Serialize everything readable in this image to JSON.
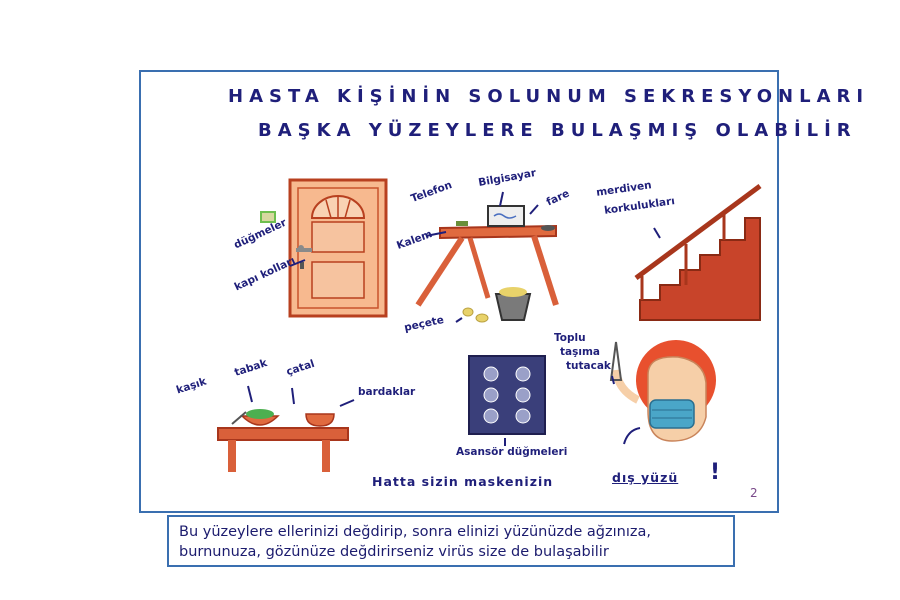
{
  "title": {
    "line1": "HASTA KİŞİNİN SOLUNUM SEKRESYONLARI",
    "line2": "BAŞKA YÜZEYLERE BULAŞMIŞ OLABİLİR"
  },
  "labels": {
    "dugmeler": "düğmeler",
    "kapi_kollari": "kapı kolları",
    "telefon": "Telefon",
    "bilgisayar": "Bilgisayar",
    "fare": "fare",
    "kalem": "Kalem",
    "merdiven": "merdiven",
    "korkuluklari": "korkulukları",
    "pecete": "peçete",
    "kasik": "kaşık",
    "tabak": "tabak",
    "catal": "çatal",
    "bardaklar": "bardaklar",
    "toplu": "Toplu",
    "tasima": "taşıma",
    "tutacak": "tutacak",
    "asansor": "Asansör düğmeleri",
    "hatta": "Hatta sizin maskenizin",
    "dis_yuzu": "dış yüzü",
    "exclaim": "!",
    "page_number": "2"
  },
  "caption": {
    "line1": "Bu yüzeylere ellerinizi değdirip, sonra elinizi yüzünüzde ağzınıza,",
    "line2": "burnunuza, gözünüze değdirirseniz virüs size de bulaşabilir"
  },
  "colors": {
    "ink": "#1f1f7a",
    "frame": "#3a6fb0",
    "wood": "#d9603a",
    "wood_dark": "#a8361c",
    "skin": "#f6cfa8",
    "hair": "#e8502e",
    "mask": "#4aa6c8",
    "green": "#6fbf4f"
  }
}
